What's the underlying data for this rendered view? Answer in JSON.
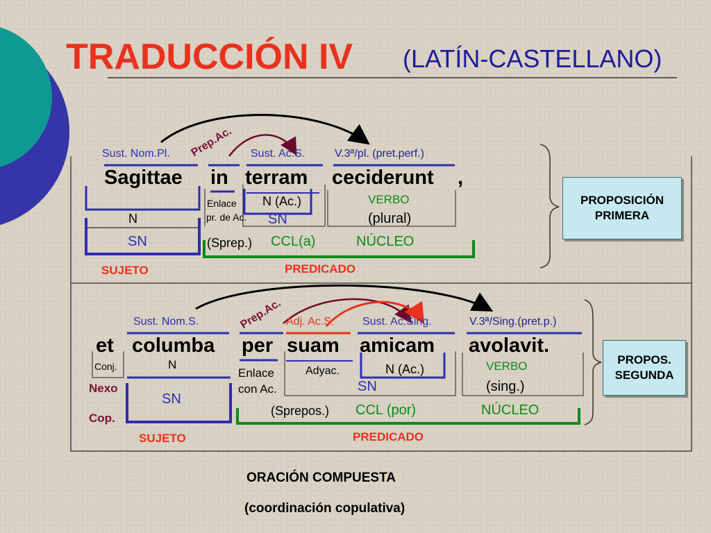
{
  "title": {
    "main": "TRADUCCIÓN IV",
    "sub": "(LATÍN-CASTELLANO)"
  },
  "s1": {
    "tags": {
      "a": "Sust. Nom.Pl.",
      "prep": "Prep.Ac.",
      "b": "Sust. Ac.S.",
      "verb": "V.3ª/pl. (pret.perf.)"
    },
    "words": {
      "w1": "Sagittae",
      "w2": "in",
      "w3": "terram",
      "w4": "ceciderunt",
      "comma": ","
    },
    "funcs": {
      "enlace1": "Enlace",
      "enlace2": "pr. de Ac.",
      "n_ac": "N (Ac.)",
      "sn_inner": "SN",
      "verbo": "VERBO",
      "plural": "(plural)",
      "n": "N",
      "sn": "SN",
      "sprep": "(Sprep.)",
      "ccl": "CCL(a)",
      "nucleo": "NÚCLEO",
      "sujeto": "SUJETO",
      "predicado": "PREDICADO"
    },
    "box": {
      "l1": "PROPOSICIÓN",
      "l2": "PRIMERA"
    }
  },
  "s2": {
    "tags": {
      "a": "Sust. Nom.S.",
      "prep": "Prep.Ac.",
      "adj": "Adj. Ac.S.",
      "b": "Sust. Ac.Sing.",
      "verb": "V.3ª/Sing.(pret.p.)"
    },
    "words": {
      "w1": "et",
      "w2": "columba",
      "w3": "per",
      "w4": "suam",
      "w5": "amicam",
      "w6": "avolavit."
    },
    "funcs": {
      "conj": "Conj.",
      "n": "N",
      "nexo": "Nexo",
      "cop": "Cop.",
      "sn": "SN",
      "enlace1": "Enlace",
      "enlace2": "con Ac.",
      "adyac": "Adyac.",
      "n_ac": "N (Ac.)",
      "sn_inner": "SN",
      "verbo": "VERBO",
      "sing": "(sing.)",
      "sprepos": "(Sprepos.)",
      "ccl": "CCL (por)",
      "nucleo": "NÚCLEO",
      "sujeto": "SUJETO",
      "predicado": "PREDICADO"
    },
    "box": {
      "l1": "PROPOS.",
      "l2": "SEGUNDA"
    }
  },
  "footer": {
    "l1": "ORACIÓN COMPUESTA",
    "l2": "(coordinación copulativa)"
  },
  "colors": {
    "title": "#e8321e",
    "tag": "#2d2db0",
    "green": "#0c8a1a",
    "maroon": "#7a1037",
    "box": "#c6e8ef",
    "teal": "#0e9a92",
    "purple": "#3535a8"
  }
}
